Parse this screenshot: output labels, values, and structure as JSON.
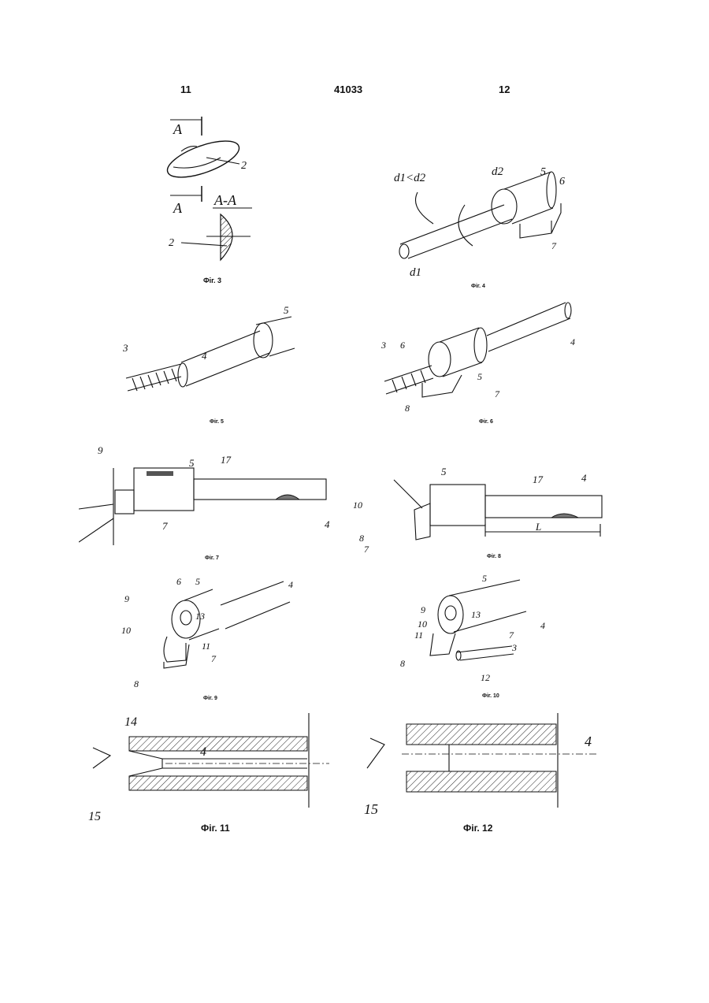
{
  "header": {
    "left_page": "11",
    "center_number": "41033",
    "right_page": "12"
  },
  "figures": [
    {
      "id": "fig3",
      "caption": "Фіг. 3",
      "labels": {
        "a1": "A",
        "a2": "A",
        "section": "A-A",
        "p2a": "2",
        "p2b": "2"
      }
    },
    {
      "id": "fig4",
      "caption": "Фіг. 4",
      "labels": {
        "cond": "d1<d2",
        "d2": "d2",
        "d1": "d1",
        "p5": "5",
        "p6": "6",
        "p7": "7"
      }
    },
    {
      "id": "fig5",
      "caption": "Фіг. 5",
      "labels": {
        "p3": "3",
        "p4": "4",
        "p5": "5"
      }
    },
    {
      "id": "fig6",
      "caption": "Фіг. 6",
      "labels": {
        "p3": "3",
        "p6": "6",
        "p5": "5",
        "p7": "7",
        "p8": "8",
        "p4": "4"
      }
    },
    {
      "id": "fig7",
      "caption": "Фіг. 7",
      "labels": {
        "p9": "9",
        "p5": "5",
        "p17": "17",
        "p7": "7",
        "p4": "4"
      }
    },
    {
      "id": "fig8",
      "caption": "Фіг. 8",
      "labels": {
        "p5": "5",
        "p17": "17",
        "p4": "4",
        "p10": "10",
        "p8": "8",
        "p7": "7",
        "L": "L"
      }
    },
    {
      "id": "fig9",
      "caption": "Фіг. 9",
      "labels": {
        "p6": "6",
        "p5": "5",
        "p4": "4",
        "p9": "9",
        "p13": "13",
        "p10": "10",
        "p11": "11",
        "p7": "7",
        "p8": "8"
      }
    },
    {
      "id": "fig10",
      "caption": "Фіг. 10",
      "labels": {
        "p5": "5",
        "p9": "9",
        "p13": "13",
        "p10": "10",
        "p4": "4",
        "p11": "11",
        "p7": "7",
        "p3": "3",
        "p8": "8",
        "p12": "12"
      }
    },
    {
      "id": "fig11",
      "caption": "Фіг. 11",
      "labels": {
        "p14": "14",
        "p4": "4",
        "p15": "15"
      }
    },
    {
      "id": "fig12",
      "caption": "Фіг. 12",
      "labels": {
        "p4": "4",
        "p15": "15"
      }
    }
  ]
}
